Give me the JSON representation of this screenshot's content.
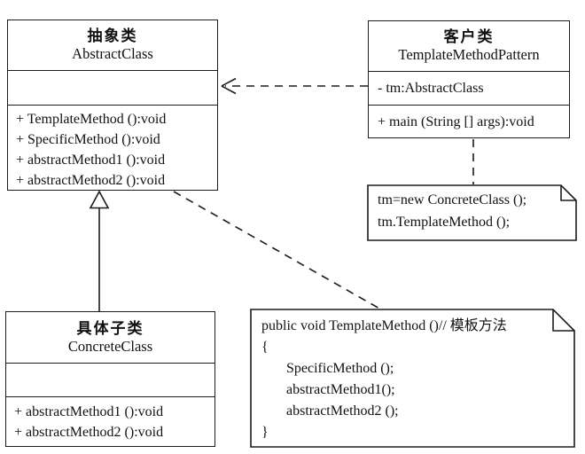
{
  "diagram": {
    "kind": "uml-class-diagram",
    "pattern_note_comment_cn": "模板方法"
  },
  "colors": {
    "background": "#ffffff",
    "line": "#1b1b1b",
    "text": "#111111"
  },
  "classes": {
    "abstract_class": {
      "stereotype_cn": "抽象类",
      "name": "AbstractClass",
      "attributes": [],
      "methods": [
        "+ TemplateMethod ():void",
        "+ SpecificMethod ():void",
        "+ abstractMethod1 ():void",
        "+ abstractMethod2 ():void"
      ]
    },
    "client_class": {
      "stereotype_cn": "客户类",
      "name": "TemplateMethodPattern",
      "attributes": [
        "- tm:AbstractClass"
      ],
      "methods": [
        "+ main (String [] args):void"
      ]
    },
    "concrete_class": {
      "stereotype_cn": "具体子类",
      "name": "ConcreteClass",
      "attributes": [],
      "methods": [
        "+ abstractMethod1 ():void",
        "+ abstractMethod2 ():void"
      ]
    }
  },
  "notes": {
    "client_code": {
      "lines": [
        "tm=new ConcreteClass ();",
        "tm.TemplateMethod ();"
      ]
    },
    "template_method_code": {
      "lines": [
        "public void TemplateMethod ()// 模板方法",
        "{",
        "SpecificMethod ();",
        "abstractMethod1();",
        "abstractMethod2 ();",
        "}"
      ]
    }
  },
  "relationships": [
    {
      "type": "dependency",
      "from": "TemplateMethodPattern",
      "to": "AbstractClass",
      "line": "dashed",
      "arrowhead": "open"
    },
    {
      "type": "generalization",
      "from": "ConcreteClass",
      "to": "AbstractClass",
      "line": "solid",
      "arrowhead": "hollow-triangle"
    },
    {
      "type": "note-anchor",
      "from": "TemplateMethodPattern",
      "to": "client_code note",
      "line": "dashed"
    },
    {
      "type": "note-anchor",
      "from": "AbstractClass",
      "to": "template_method_code note",
      "line": "dashed"
    }
  ]
}
